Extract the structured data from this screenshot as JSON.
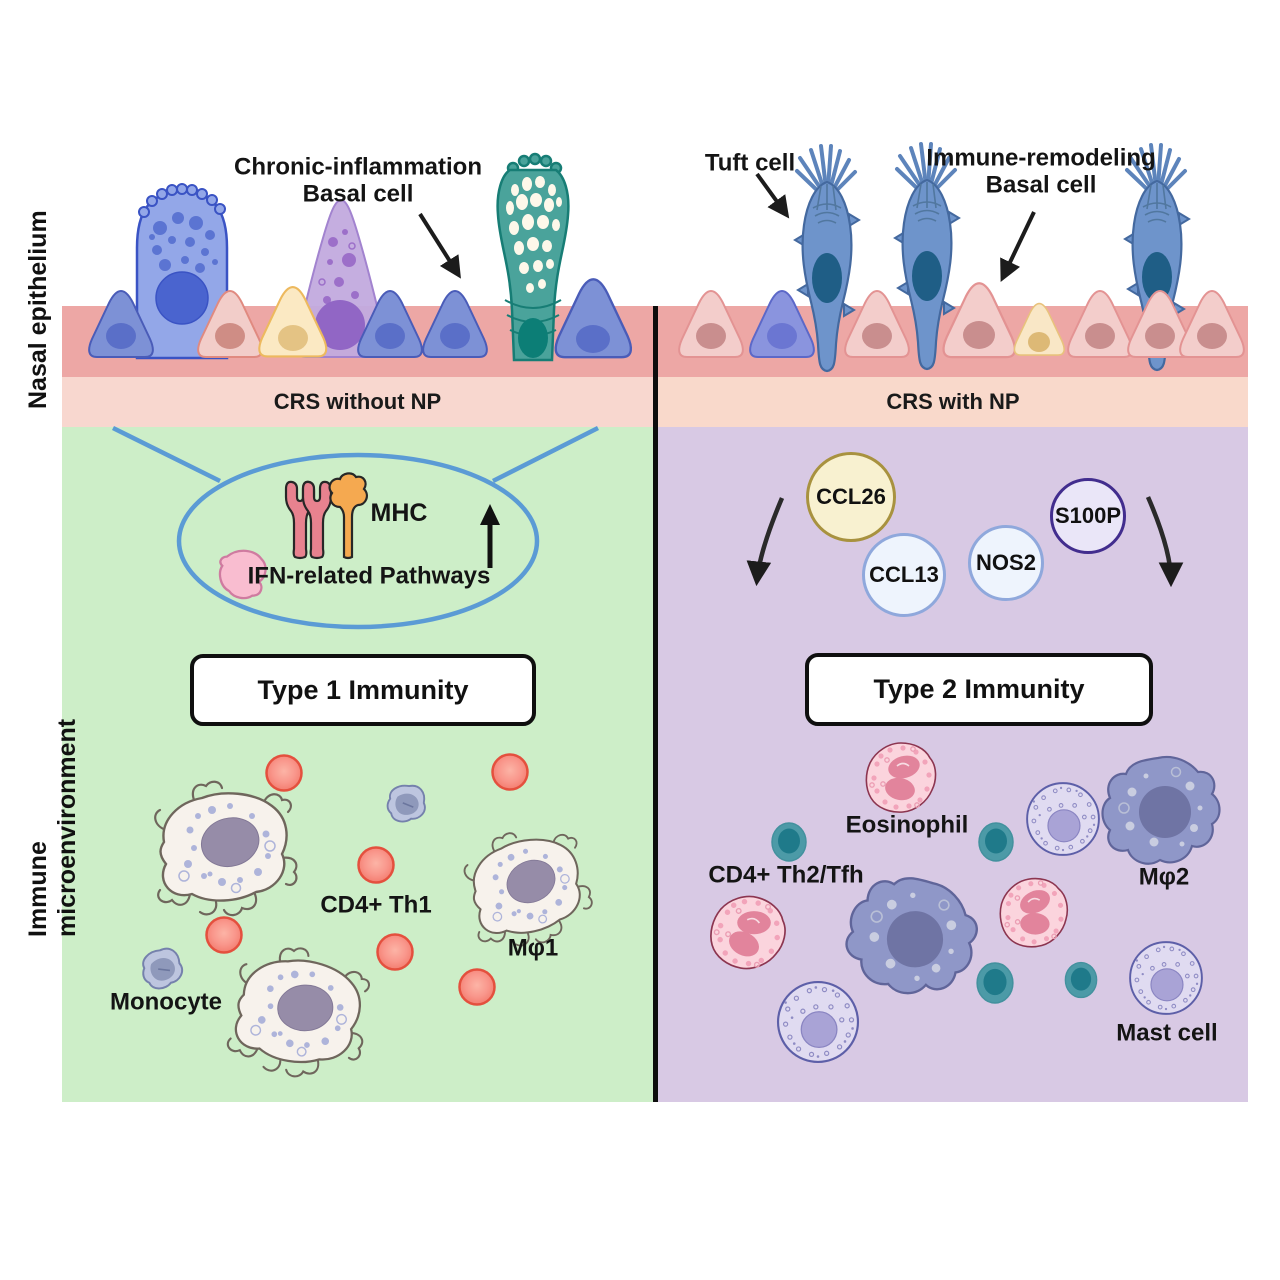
{
  "side_labels": {
    "epithelium": "Nasal epithelium",
    "microenvironment": "Immune microenvironment"
  },
  "conditions": {
    "left": "CRS without NP",
    "right": "CRS with NP"
  },
  "annotations": {
    "chronic_basal": {
      "line1": "Chronic-inflammation",
      "line2": "Basal cell"
    },
    "tuft": "Tuft cell",
    "immune_basal": {
      "line1": "Immune-remodeling",
      "line2": "Basal cell"
    }
  },
  "left_panel": {
    "callout": {
      "mhc_label": "MHC",
      "ifn_label": "IFN-related Pathways"
    },
    "immunity_label": "Type 1 Immunity",
    "cell_labels": {
      "th1": "CD4+ Th1",
      "macrophage": "Mφ1",
      "monocyte": "Monocyte"
    }
  },
  "right_panel": {
    "molecules": [
      {
        "label": "CCL26"
      },
      {
        "label": "CCL13"
      },
      {
        "label": "NOS2"
      },
      {
        "label": "S100P"
      }
    ],
    "immunity_label": "Type 2 Immunity",
    "cell_labels": {
      "eosinophil": "Eosinophil",
      "th2": "CD4+ Th2/Tfh",
      "macrophage": "Mφ2",
      "mast": "Mast cell"
    }
  },
  "colors": {
    "callout_blue": "#5b9bd5",
    "panel_green": "#cdeec8",
    "panel_purple": "#d8c9e4",
    "band_dark_pink": "#eda7a5",
    "band_light_pink_left": "#f8d7cf",
    "band_light_pink_right": "#f9d9cb"
  }
}
